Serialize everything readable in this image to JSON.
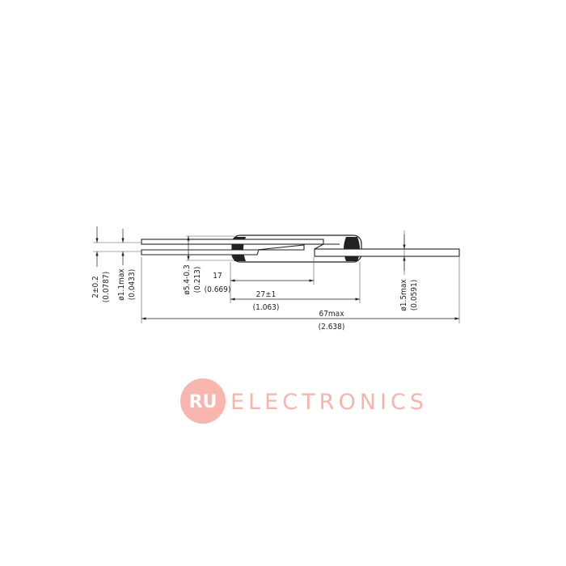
{
  "drawing": {
    "title": "Reed switch dimension drawing",
    "dimensions": {
      "gap": {
        "mm": "2±0.2",
        "inch": "(0.0787)"
      },
      "lead_left": {
        "mm": "ø1.1max",
        "inch": "(0.0433)"
      },
      "body_diameter": {
        "mm": "ø5.4-0.3",
        "inch": "(0.213)"
      },
      "contact_length": {
        "mm": "17",
        "inch": "(0.669)"
      },
      "body_length": {
        "mm": "27±1",
        "inch": "(1.063)"
      },
      "total_length": {
        "mm": "67max",
        "inch": "(2.638)"
      },
      "lead_right": {
        "mm": "ø1.5max",
        "inch": "(0.0591)"
      }
    }
  },
  "watermark": {
    "badge": "RU",
    "text": "ELECTRONICS",
    "color": "#f7b4ac"
  }
}
